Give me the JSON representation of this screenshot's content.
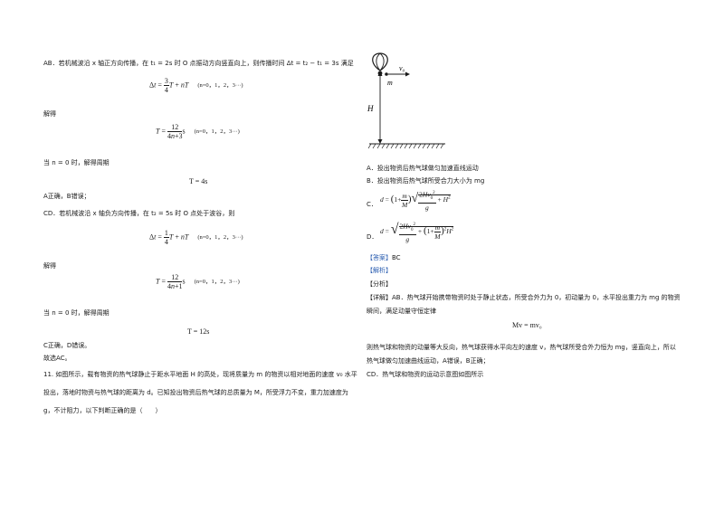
{
  "left": {
    "ab_intro": "AB．若机械波沿 x 轴正方向传播，在 t₁ = 2s 时 O 点振动方向竖直向上，则传播时间 Δt = t₂ − t₁ = 3s 满足",
    "eq1": "Δt = 3/4 T + nT",
    "eq1_cond": "(n=0，1，2，3···)",
    "solve1": "解得",
    "eq2": "T = 12/(4n+3) s",
    "eq2_cond": "(n=0，1，2，3···)",
    "when1": "当 n = 0 时，解得周期",
    "eq3": "T = 4s",
    "res1": "A正确，B错误；",
    "cd_intro": "CD．若机械波沿 x 轴负方向传播，在 t₂ = 5s 时 O 点处于波谷，则",
    "eq4": "Δt = 1/4 T + nT",
    "eq4_cond": "(n=0，1，2，3···)",
    "solve2": "解得",
    "eq5": "T = 12/(4n+1) s",
    "eq5_cond": "(n=0，1，2，3···)",
    "when2": "当 n = 0 时，解得周期",
    "eq6": "T = 12s",
    "res2": "C正确，D错误。",
    "choose": "故选AC。",
    "q11_line1": "11. 如图所示，载有物资的热气球静止于距水平地面 H 的高处，现将质量为 m 的物资以相对地面的速度 v₀ 水平",
    "q11_line2": "投出，落地时物资与热气球的距离为 d。已知投出物资后热气球的总质量为 M，所受浮力不变，重力加速度为",
    "q11_line3": "g，不计阻力，以下判断正确的是（　　）"
  },
  "right": {
    "figure": {
      "v0": "v₀",
      "m": "m",
      "H": "H"
    },
    "optA": "A．投出物资后热气球做匀加速直线运动",
    "optB": "B．投出物资后热气球所受合力大小为 mg",
    "optC_label": "C．",
    "optD_label": "D．",
    "answer_tag": "【答案】",
    "answer": "BC",
    "analysis_tag": "【解析】",
    "fenxi": "【分析】",
    "detail_tag": "【详解】",
    "detail1": "AB．热气球开始携带物资时处于静止状态，所受合外力为 0，初动量为 0，水平投出重力为 mg 的物资",
    "detail2": "瞬间，满足动量守恒定律",
    "eq_momentum": "Mv = mv₀",
    "detail3": "则热气球和物资的动量等大反向，热气球获得水平向左的速度 v，热气球所受合外力恒为 mg，竖直向上，所以",
    "detail4": "热气球做匀加速曲线运动，A错误，B正确；",
    "detail5": "CD．热气球和物资的运动示意图如图所示"
  },
  "colors": {
    "blue": "#2a5db0",
    "text": "#1a1a1a"
  }
}
